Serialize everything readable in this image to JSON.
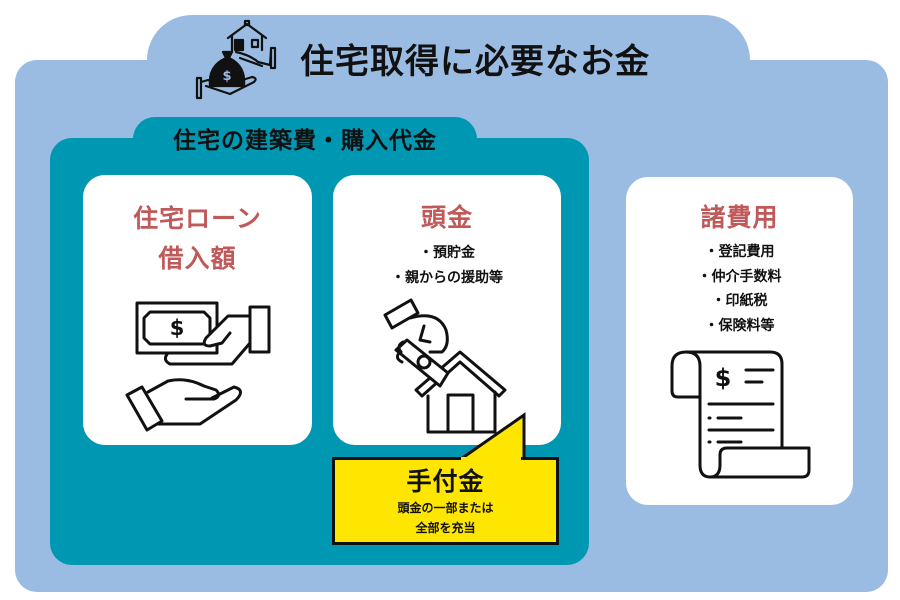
{
  "header": {
    "title": "住宅取得に必要なお金",
    "icon": "house-and-money-bag-hands-icon"
  },
  "colors": {
    "outer_panel": "#9bbce2",
    "teal_panel": "#0097b2",
    "heading_red": "#c05a5a",
    "callout_yellow": "#ffe600"
  },
  "construction_group": {
    "title": "住宅の建築費・購入代金",
    "cards": [
      {
        "title_lines": [
          "住宅ローン",
          "借入額"
        ],
        "icon": "money-handover-icon"
      },
      {
        "title": "頭金",
        "bullets": [
          "・預貯金",
          "・親からの援助等"
        ],
        "icon": "house-deposit-icon"
      }
    ],
    "callout": {
      "title": "手付金",
      "lines": [
        "頭金の一部または",
        "全部を充当"
      ]
    }
  },
  "misc_costs": {
    "title": "諸費用",
    "bullets": [
      "・登記費用",
      "・仲介手数料",
      "・印紙税",
      "・保険料等"
    ],
    "icon": "receipt-icon"
  }
}
